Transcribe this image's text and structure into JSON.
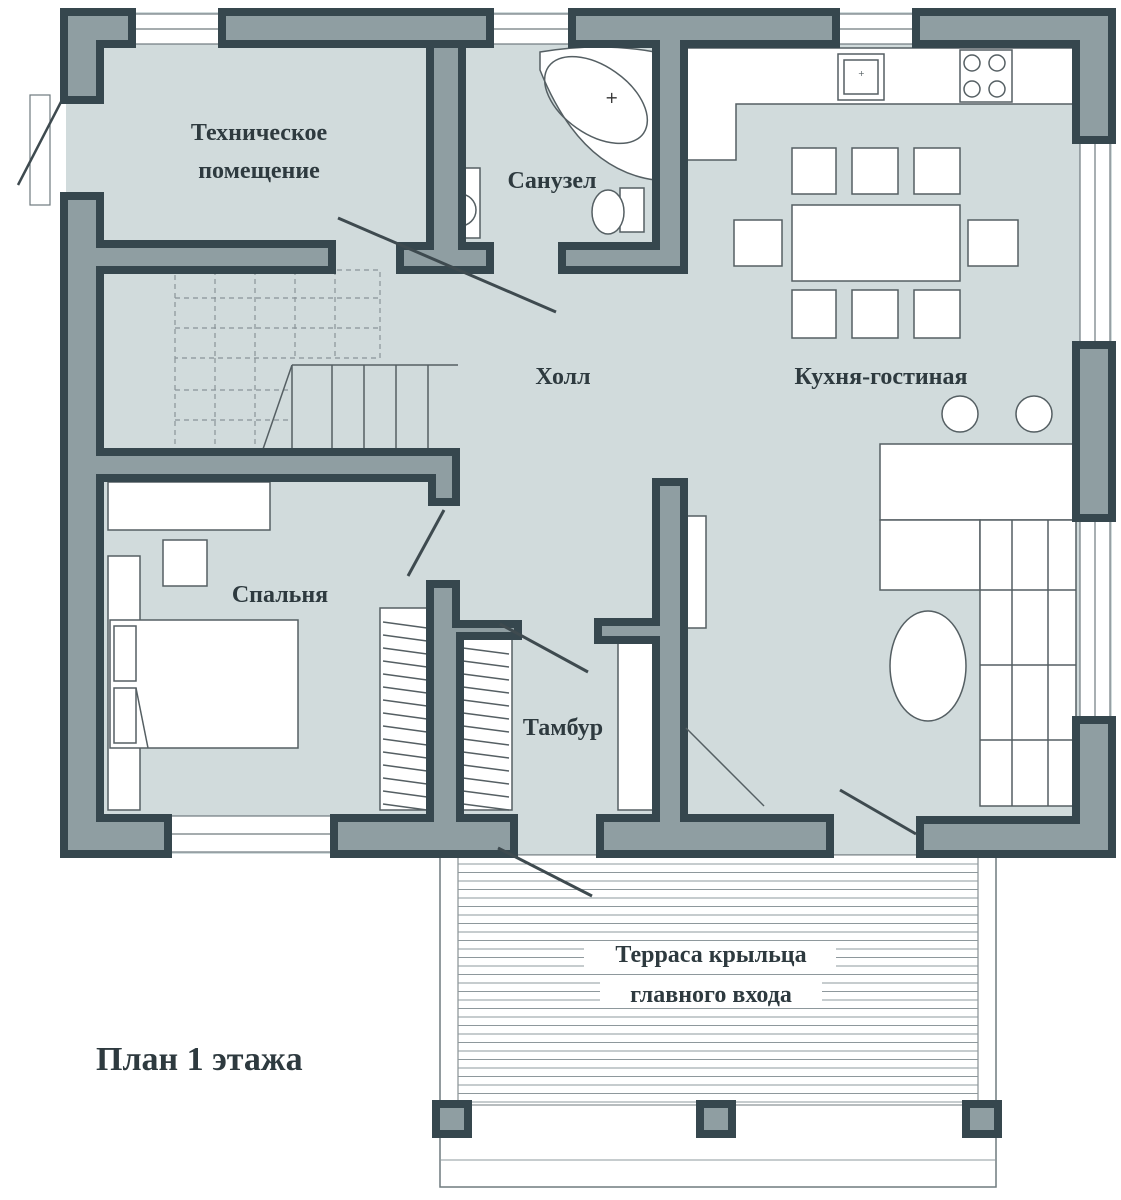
{
  "plan": {
    "title": "План 1 этажа",
    "rooms": {
      "technical": [
        "Техническое",
        "помещение"
      ],
      "bathroom": "Санузел",
      "hall": "Холл",
      "kitchen_living": "Кухня-гостиная",
      "bedroom": "Спальня",
      "vestibule": "Тамбур"
    },
    "terrace": [
      "Терраса крыльца",
      "главного входа"
    ]
  },
  "colors": {
    "floor": "#d1dbdc",
    "wall_fill": "#8f9ea2",
    "wall_outline": "#36474e",
    "text": "#2e3a3f"
  }
}
